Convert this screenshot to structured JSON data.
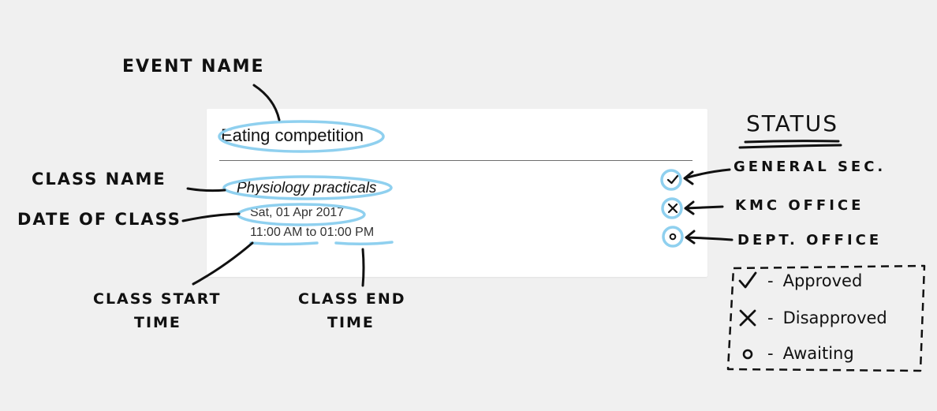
{
  "event": {
    "name": "Eating competition",
    "class_name": "Physiology practicals",
    "date": "Sat, 01 Apr 2017",
    "start_time": "11:00 AM",
    "time_separator": "to",
    "end_time": "01:00 PM"
  },
  "statuses": [
    {
      "office": "GENERAL SEC.",
      "state": "approved",
      "icon": "check-icon"
    },
    {
      "office": "KMC OFFICE",
      "state": "disapproved",
      "icon": "cross-icon"
    },
    {
      "office": "DEPT. OFFICE",
      "state": "awaiting",
      "icon": "circle-icon"
    }
  ],
  "annotations": {
    "event_name": "EVENT NAME",
    "class_name": "CLASS NAME",
    "date_of_class": "DATE OF CLASS",
    "class_start_time_1": "CLASS START",
    "class_start_time_2": "TIME",
    "class_end_time_1": "CLASS END",
    "class_end_time_2": "TIME",
    "status_heading": "STATUS"
  },
  "legend": [
    {
      "symbol": "check-icon",
      "label": "Approved"
    },
    {
      "symbol": "cross-icon",
      "label": "Disapproved"
    },
    {
      "symbol": "circle-icon",
      "label": "Awaiting"
    }
  ],
  "legend_dash": "-",
  "colors": {
    "highlight": "#8fd0ef",
    "card": "#ffffff",
    "background": "#f0f0f0",
    "ink": "#111111"
  }
}
